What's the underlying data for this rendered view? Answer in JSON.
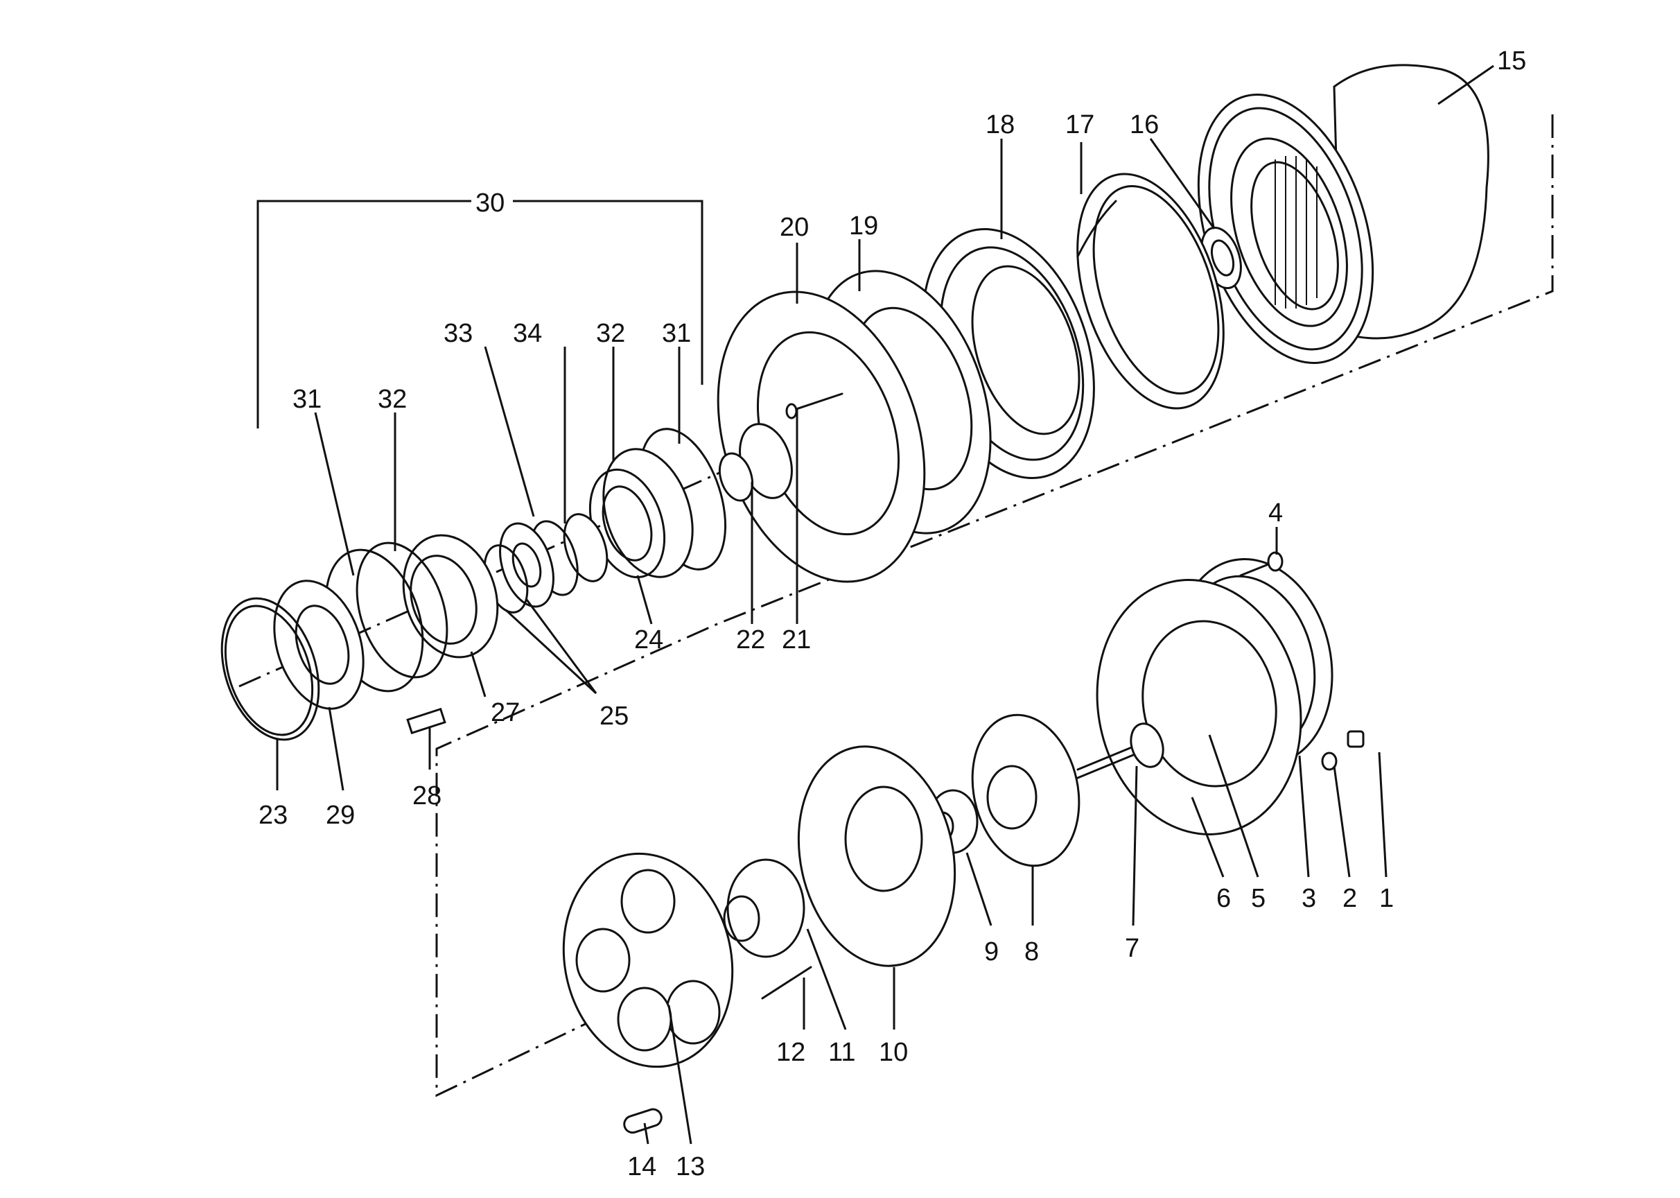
{
  "callouts": {
    "c1": "1",
    "c2": "2",
    "c3": "3",
    "c4": "4",
    "c5": "5",
    "c6": "6",
    "c7": "7",
    "c8": "8",
    "c9": "9",
    "c10": "10",
    "c11": "11",
    "c12": "12",
    "c13": "13",
    "c14": "14",
    "c15": "15",
    "c16": "16",
    "c17": "17",
    "c18": "18",
    "c19": "19",
    "c20": "20",
    "c21": "21",
    "c22": "22",
    "c23": "23",
    "c24": "24",
    "c25": "25",
    "c27": "27",
    "c28": "28",
    "c29": "29",
    "c30": "30",
    "c31a": "31",
    "c31b": "31",
    "c32a": "32",
    "c32b": "32",
    "c33": "33",
    "c34": "34"
  }
}
